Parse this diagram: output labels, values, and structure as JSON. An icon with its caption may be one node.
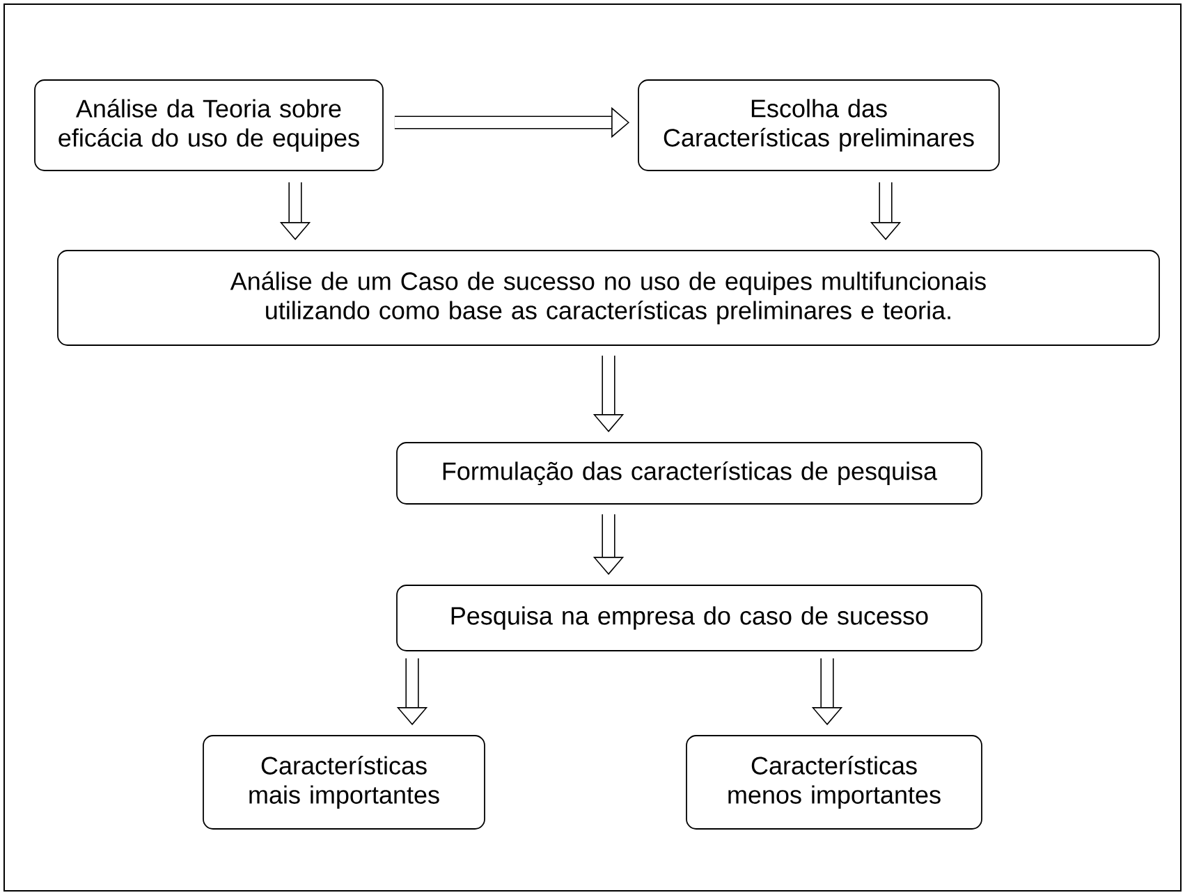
{
  "diagram": {
    "nodes": [
      {
        "text": [
          "Análise da Teoria sobre eficácia do uso de equipes"
        ]
      },
      {
        "text": [
          "Escolha das Características preliminares"
        ]
      },
      {
        "text": [
          "Análise de um Caso de sucesso no uso de equipes multifuncionais utilizando como base as características preliminares e teoria."
        ]
      },
      {
        "text": [
          "Formulação das características de pesquisa"
        ]
      },
      {
        "text": [
          "Pesquisa na empresa do caso de sucesso"
        ]
      },
      {
        "text": [
          "Características mais importantes"
        ]
      },
      {
        "text": [
          "Características menos importantes"
        ]
      }
    ],
    "edges": [
      {
        "from": 0,
        "to": 1,
        "arrow": "to"
      },
      {
        "from": 0,
        "to": 2,
        "arrow": "to"
      },
      {
        "from": 1,
        "to": 2,
        "arrow": "to"
      },
      {
        "from": 2,
        "to": 3,
        "arrow": "to"
      },
      {
        "from": 3,
        "to": 4,
        "arrow": "to"
      },
      {
        "from": 4,
        "to": 5,
        "arrow": "to"
      },
      {
        "from": 4,
        "to": 6,
        "arrow": "to"
      }
    ]
  }
}
